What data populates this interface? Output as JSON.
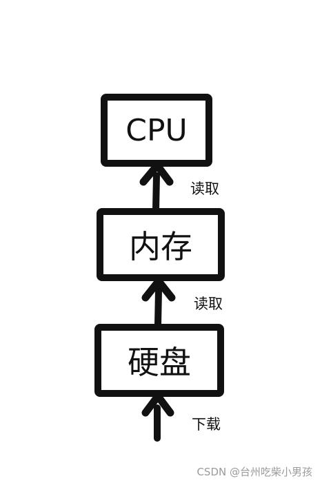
{
  "nodes": {
    "cpu": {
      "label": "CPU"
    },
    "memory": {
      "label": "内存"
    },
    "disk": {
      "label": "硬盘"
    }
  },
  "edges": {
    "memory_to_cpu": {
      "label": "读取"
    },
    "disk_to_memory": {
      "label": "读取"
    },
    "download_to_disk": {
      "label": "下载"
    }
  },
  "watermark": "CSDN @台州吃柴小男孩",
  "colors": {
    "stroke": "#111111",
    "background": "#ffffff",
    "watermark": "#9a9a9a"
  }
}
